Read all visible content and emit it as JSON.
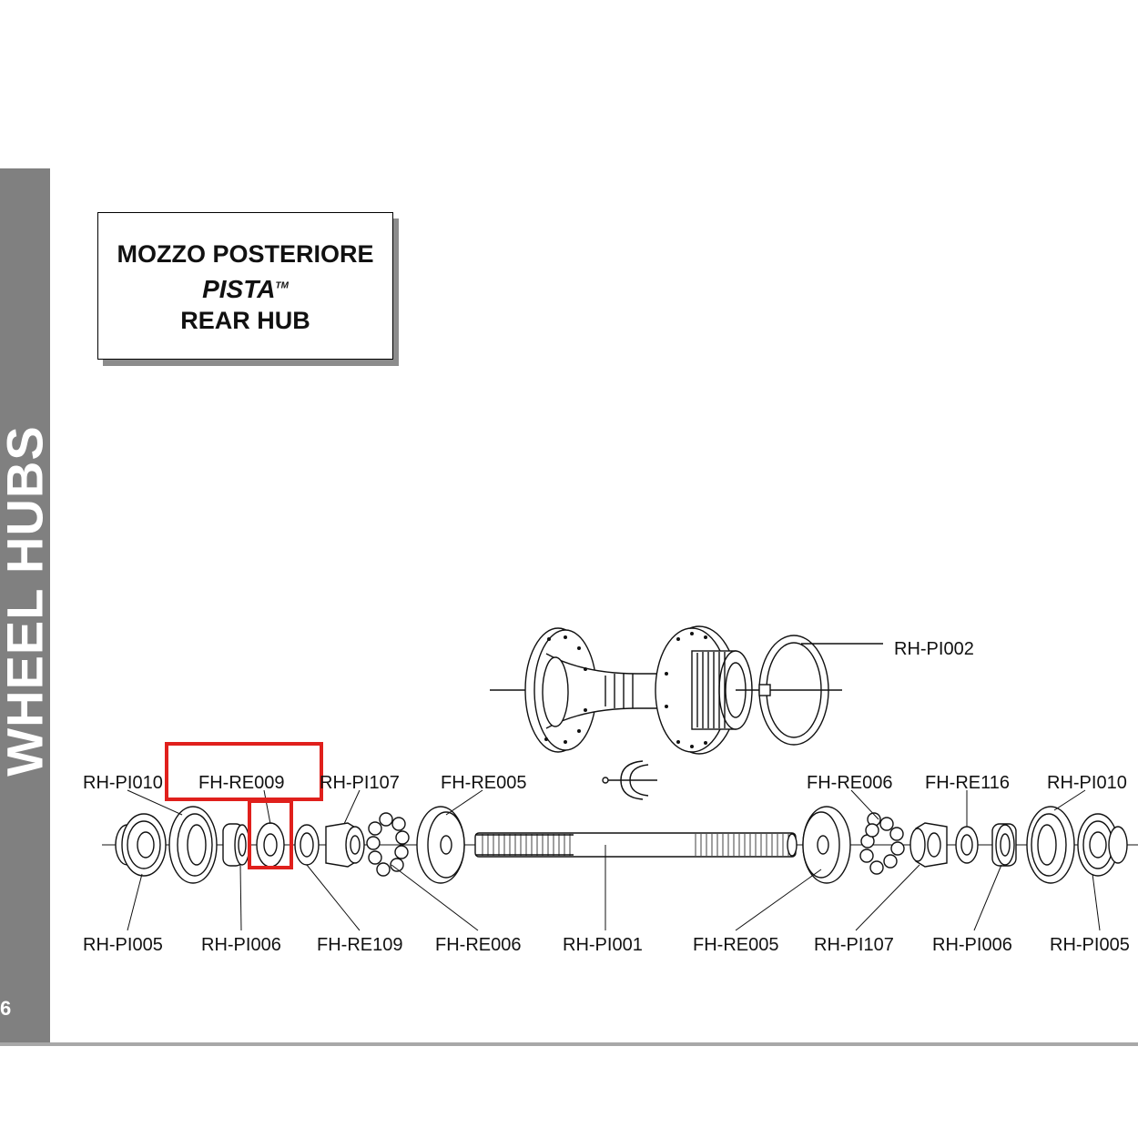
{
  "sidebar": {
    "section_title": "WHEEL HUBS",
    "page_number": "6"
  },
  "title_box": {
    "line1": "MOZZO POSTERIORE",
    "line2": "PISTA",
    "trademark": "TM",
    "line3": "REAR HUB"
  },
  "labels": {
    "rh_pi002": "RH-PI002",
    "top_rh_pi010_left": "RH-PI010",
    "top_fh_re009": "FH-RE009",
    "top_rh_pi107": "RH-PI107",
    "top_fh_re005": "FH-RE005",
    "top_fh_re006": "FH-RE006",
    "top_fh_re116": "FH-RE116",
    "top_rh_pi010_right": "RH-PI010",
    "bot_rh_pi005_left": "RH-PI005",
    "bot_rh_pi006_left": "RH-PI006",
    "bot_fh_re109": "FH-RE109",
    "bot_fh_re006": "FH-RE006",
    "bot_rh_pi001": "RH-PI001",
    "bot_fh_re005": "FH-RE005",
    "bot_rh_pi107": "RH-PI107",
    "bot_rh_pi006_right": "RH-PI006",
    "bot_rh_pi005_right": "RH-PI005"
  },
  "highlight_color": "#e0201c"
}
